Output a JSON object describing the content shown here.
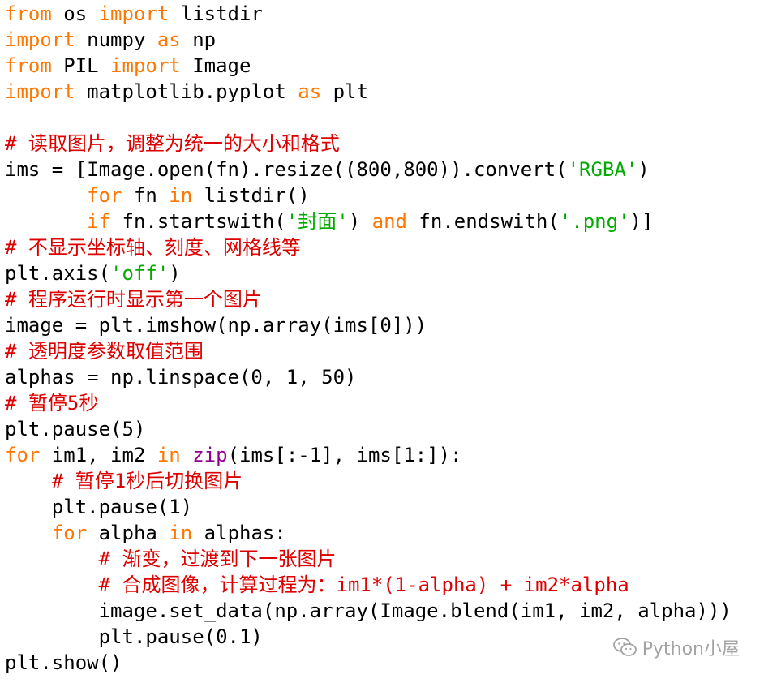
{
  "colors": {
    "keyword": "#ff7700",
    "builtin": "#900090",
    "string": "#00aa00",
    "comment": "#dd0000",
    "text": "#000000",
    "watermark": "#9a9a9a"
  },
  "code": {
    "lines": [
      [
        {
          "t": "kw",
          "v": "from"
        },
        {
          "t": "plain",
          "v": " os "
        },
        {
          "t": "kw",
          "v": "import"
        },
        {
          "t": "plain",
          "v": " listdir"
        }
      ],
      [
        {
          "t": "kw",
          "v": "import"
        },
        {
          "t": "plain",
          "v": " numpy "
        },
        {
          "t": "kw",
          "v": "as"
        },
        {
          "t": "plain",
          "v": " np"
        }
      ],
      [
        {
          "t": "kw",
          "v": "from"
        },
        {
          "t": "plain",
          "v": " PIL "
        },
        {
          "t": "kw",
          "v": "import"
        },
        {
          "t": "plain",
          "v": " Image"
        }
      ],
      [
        {
          "t": "kw",
          "v": "import"
        },
        {
          "t": "plain",
          "v": " matplotlib.pyplot "
        },
        {
          "t": "kw",
          "v": "as"
        },
        {
          "t": "plain",
          "v": " plt"
        }
      ],
      [
        {
          "t": "plain",
          "v": ""
        }
      ],
      [
        {
          "t": "comment",
          "v": "# 读取图片，调整为统一的大小和格式"
        }
      ],
      [
        {
          "t": "plain",
          "v": "ims = [Image.open(fn).resize((800,800)).convert("
        },
        {
          "t": "str",
          "v": "'RGBA'"
        },
        {
          "t": "plain",
          "v": ")"
        }
      ],
      [
        {
          "t": "plain",
          "v": "       "
        },
        {
          "t": "kw",
          "v": "for"
        },
        {
          "t": "plain",
          "v": " fn "
        },
        {
          "t": "kw",
          "v": "in"
        },
        {
          "t": "plain",
          "v": " listdir()"
        }
      ],
      [
        {
          "t": "plain",
          "v": "       "
        },
        {
          "t": "kw",
          "v": "if"
        },
        {
          "t": "plain",
          "v": " fn.startswith("
        },
        {
          "t": "str",
          "v": "'封面'"
        },
        {
          "t": "plain",
          "v": ") "
        },
        {
          "t": "kw",
          "v": "and"
        },
        {
          "t": "plain",
          "v": " fn.endswith("
        },
        {
          "t": "str",
          "v": "'.png'"
        },
        {
          "t": "plain",
          "v": ")]"
        }
      ],
      [
        {
          "t": "comment",
          "v": "# 不显示坐标轴、刻度、网格线等"
        }
      ],
      [
        {
          "t": "plain",
          "v": "plt.axis("
        },
        {
          "t": "str",
          "v": "'off'"
        },
        {
          "t": "plain",
          "v": ")"
        }
      ],
      [
        {
          "t": "comment",
          "v": "# 程序运行时显示第一个图片"
        }
      ],
      [
        {
          "t": "plain",
          "v": "image = plt.imshow(np.array(ims[0]))"
        }
      ],
      [
        {
          "t": "comment",
          "v": "# 透明度参数取值范围"
        }
      ],
      [
        {
          "t": "plain",
          "v": "alphas = np.linspace(0, 1, 50)"
        }
      ],
      [
        {
          "t": "comment",
          "v": "# 暂停5秒"
        }
      ],
      [
        {
          "t": "plain",
          "v": "plt.pause(5)"
        }
      ],
      [
        {
          "t": "kw",
          "v": "for"
        },
        {
          "t": "plain",
          "v": " im1, im2 "
        },
        {
          "t": "kw",
          "v": "in"
        },
        {
          "t": "plain",
          "v": " "
        },
        {
          "t": "builtin",
          "v": "zip"
        },
        {
          "t": "plain",
          "v": "(ims[:-1], ims[1:]):"
        }
      ],
      [
        {
          "t": "plain",
          "v": "    "
        },
        {
          "t": "comment",
          "v": "# 暂停1秒后切换图片"
        }
      ],
      [
        {
          "t": "plain",
          "v": "    plt.pause(1)"
        }
      ],
      [
        {
          "t": "plain",
          "v": "    "
        },
        {
          "t": "kw",
          "v": "for"
        },
        {
          "t": "plain",
          "v": " alpha "
        },
        {
          "t": "kw",
          "v": "in"
        },
        {
          "t": "plain",
          "v": " alphas:"
        }
      ],
      [
        {
          "t": "plain",
          "v": "        "
        },
        {
          "t": "comment",
          "v": "# 渐变，过渡到下一张图片"
        }
      ],
      [
        {
          "t": "plain",
          "v": "        "
        },
        {
          "t": "comment",
          "v": "# 合成图像，计算过程为：im1*(1-alpha) + im2*alpha"
        }
      ],
      [
        {
          "t": "plain",
          "v": "        image.set_data(np.array(Image.blend(im1, im2, alpha)))"
        }
      ],
      [
        {
          "t": "plain",
          "v": "        plt.pause(0.1)"
        }
      ],
      [
        {
          "t": "plain",
          "v": "plt.show()"
        }
      ]
    ]
  },
  "watermark": {
    "icon": "wechat-icon",
    "text": "Python小屋"
  }
}
